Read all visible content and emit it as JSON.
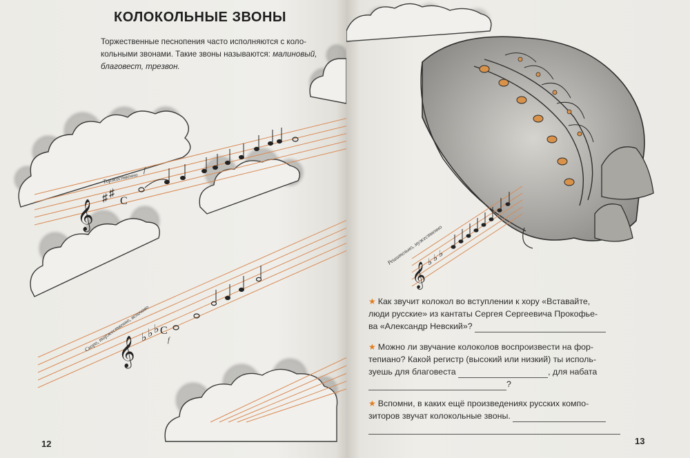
{
  "left_page": {
    "title": "КОЛОКОЛЬНЫЕ ЗВОНЫ",
    "intro_lines": [
      "Торжественные песнопения часто исполняются с коло-",
      "кольными звонами. Такие звоны называются: "
    ],
    "intro_italic_1": "малиновый,",
    "intro_italic_2": "благовест, трезвон.",
    "tempo_1": "Торжественно",
    "dynamic_1": "f",
    "tempo_2": "Скоро, торжественно, величаво",
    "dynamic_2": "f",
    "page_number": "12"
  },
  "right_page": {
    "tempo_3": "Решительно, мужественно",
    "question_1": {
      "line1": "Как звучит колокол во вступлении к хору «Вставайте,",
      "line2": "люди русские» из кантаты Сергея Сергеевича Прокофье-",
      "line3": "ва «Александр Невский»?"
    },
    "question_2": {
      "line1": "Можно ли звучание колоколов воспроизвести на фор-",
      "line2": "тепиано? Какой регистр (высокий или низкий) ты исполь-",
      "line3_a": "зуешь для благовеста",
      "line3_b": ", для набата",
      "line4_end": "?"
    },
    "question_3": {
      "line1": "Вспомни, в каких ещё произведениях русских компо-",
      "line2": "зиторов звучат колокольные звоны."
    },
    "page_number": "13"
  },
  "colors": {
    "staff_lines": "#d98a55",
    "star": "#e07b1f",
    "bell_ornament": "#d9924a"
  }
}
